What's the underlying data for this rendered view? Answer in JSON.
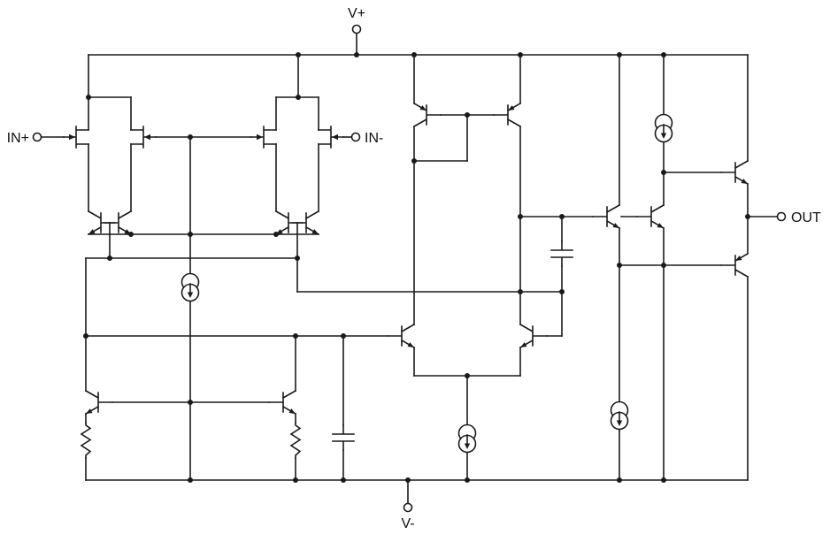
{
  "diagram": {
    "type": "analog-circuit-schematic",
    "description": "Internal schematic of a JFET-input operational amplifier",
    "ink": "#1a1a1a",
    "background": "#ffffff",
    "terminals": {
      "vplus": "V+",
      "vminus": "V-",
      "in_plus": "IN+",
      "in_minus": "IN-",
      "out": "OUT"
    },
    "component_counts": {
      "bjt_transistors": 12,
      "input_jfets": 4,
      "current_sources": 4,
      "resistors": 2,
      "capacitors": 2
    }
  }
}
